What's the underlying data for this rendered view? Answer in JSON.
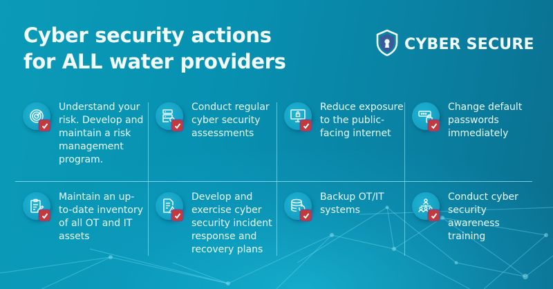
{
  "header": {
    "title_lines": [
      "Cyber security actions",
      "for ALL water providers"
    ]
  },
  "logo": {
    "icon": "shield-keyhole-icon",
    "text": "CYBER SECURE"
  },
  "colors": {
    "background_start": "#0a9bb8",
    "background_end": "#0b6f8f",
    "text": "#f2fdff",
    "icon_circle": "#159fc2",
    "check_badge": "#c33a3e",
    "divider": "#a0ebf5"
  },
  "actions": [
    {
      "icon": "radar-icon",
      "text": "Understand your risk. Develop and maintain a risk management program.",
      "checked": true
    },
    {
      "icon": "server-search-icon",
      "text": "Conduct regular cyber security assessments",
      "checked": true
    },
    {
      "icon": "monitor-lock-icon",
      "text": "Reduce exposure to the public-facing internet",
      "checked": true
    },
    {
      "icon": "password-lock-icon",
      "text": "Change default passwords immediately",
      "checked": true
    },
    {
      "icon": "clipboard-edit-icon",
      "text": "Maintain an up-to-date inventory of all OT and IT assets",
      "checked": true
    },
    {
      "icon": "document-warning-icon",
      "text": "Develop and exercise cyber security incident response and recovery plans",
      "checked": true
    },
    {
      "icon": "database-restore-icon",
      "text": "Backup OT/IT systems",
      "checked": true
    },
    {
      "icon": "team-training-icon",
      "text": "Conduct cyber security awareness training",
      "checked": true
    }
  ]
}
